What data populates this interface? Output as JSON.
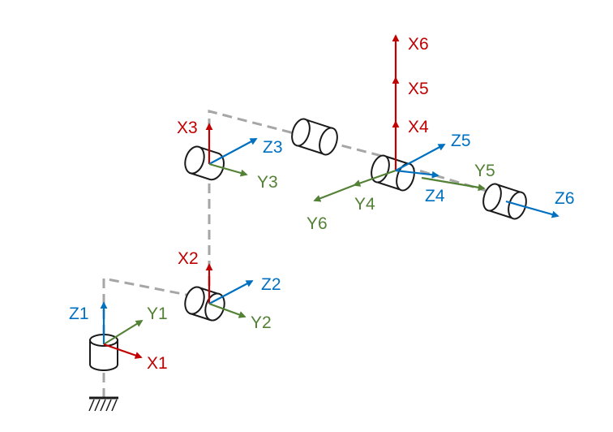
{
  "colors": {
    "x_axis": "#c00000",
    "y_axis": "#538135",
    "z_axis": "#0070c0",
    "link": "#a6a6a6",
    "outline": "#1a1a1a"
  },
  "labels": {
    "x1": "X1",
    "y1": "Y1",
    "z1": "Z1",
    "x2": "X2",
    "y2": "Y2",
    "z2": "Z2",
    "x3": "X3",
    "y3": "Y3",
    "z3": "Z3",
    "x4": "X4",
    "y4": "Y4",
    "z4": "Z4",
    "x5": "X5",
    "y5": "Y5",
    "z5": "Z5",
    "x6": "X6",
    "y6": "Y6",
    "z6": "Z6"
  }
}
